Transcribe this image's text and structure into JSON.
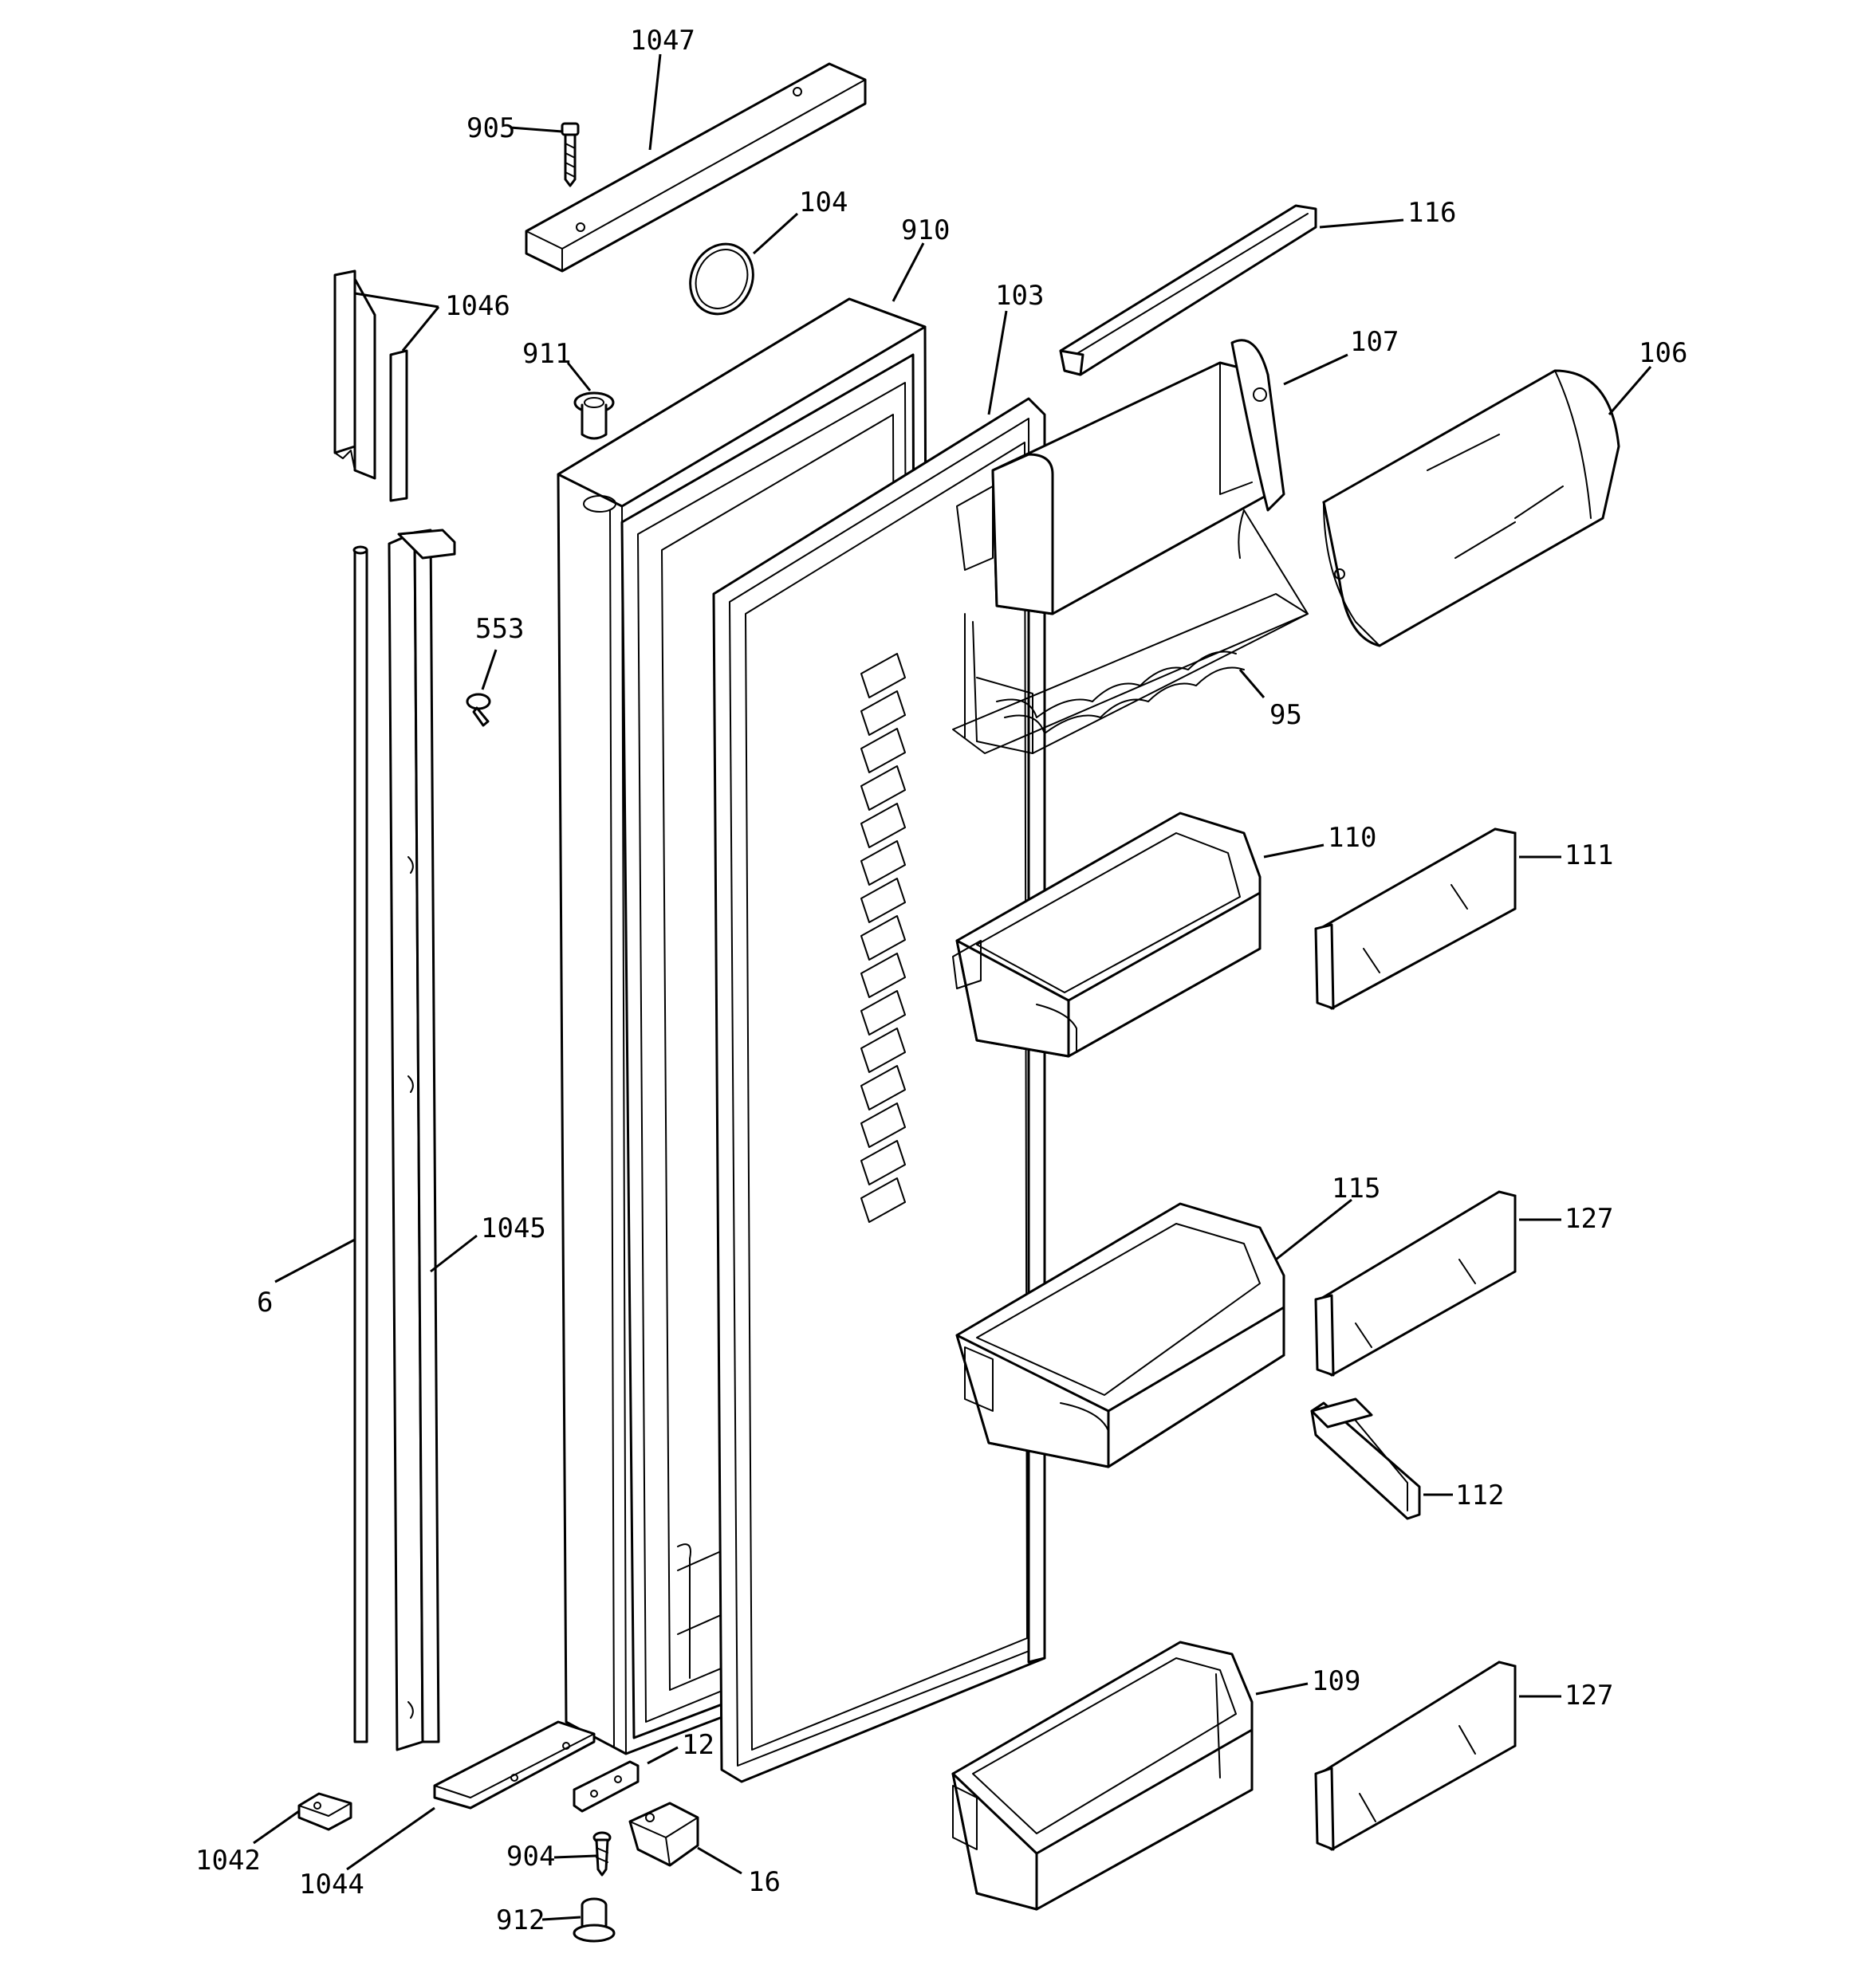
{
  "diagram": {
    "labels": {
      "p1047": "1047",
      "p905": "905",
      "p104": "104",
      "p910": "910",
      "p116": "116",
      "p103": "103",
      "p107": "107",
      "p106": "106",
      "p1046": "1046",
      "p911": "911",
      "p553": "553",
      "p95": "95",
      "p110": "110",
      "p111": "111",
      "p115": "115",
      "p127a": "127",
      "p6": "6",
      "p1045": "1045",
      "p112": "112",
      "p109": "109",
      "p127b": "127",
      "p12": "12",
      "p1042": "1042",
      "p1044": "1044",
      "p904": "904",
      "p16": "16",
      "p912": "912"
    }
  }
}
